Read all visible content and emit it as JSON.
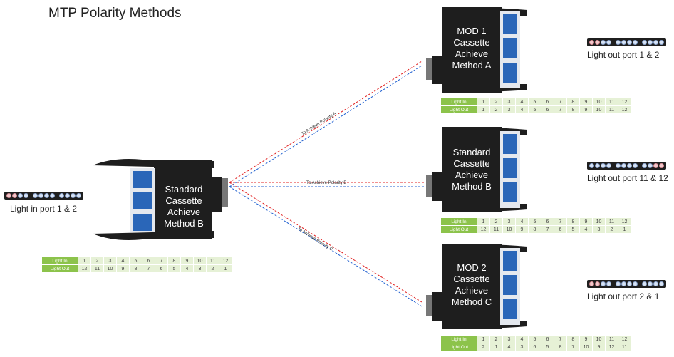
{
  "title": "MTP Polarity Methods",
  "cassettes": {
    "source": {
      "lines": [
        "Standard",
        "Cassette",
        "Achieve",
        "Method B"
      ]
    },
    "mod1": {
      "lines": [
        "MOD 1",
        "Cassette",
        "Achieve",
        "Method A"
      ]
    },
    "standard_b": {
      "lines": [
        "Standard",
        "Cassette",
        "Achieve",
        "Method B"
      ]
    },
    "mod2": {
      "lines": [
        "MOD 2",
        "Cassette",
        "Achieve",
        "Method C"
      ]
    }
  },
  "port_labels": {
    "input": "Light in port 1 & 2",
    "mod1": "Light out port 1 & 2",
    "standard_b": "Light out port 11 & 12",
    "mod2": "Light out port 2 & 1"
  },
  "path_labels": {
    "a": "To Achieve Polarity A",
    "b": "To Achieve Polarity B",
    "c": "To Achieve Polarity C"
  },
  "colors": {
    "red_fiber": "#e02020",
    "blue_fiber": "#2060d0",
    "table_head": "#8cc34b",
    "table_cell": "#e6f1d6",
    "cassette_body": "#1e1e1e",
    "port_blue": "#2a66b8"
  },
  "tables": {
    "source": {
      "in_label": "Light In",
      "out_label": "Light Out",
      "in": [
        "1",
        "2",
        "3",
        "4",
        "5",
        "6",
        "7",
        "8",
        "9",
        "10",
        "11",
        "12"
      ],
      "out": [
        "12",
        "11",
        "10",
        "9",
        "8",
        "7",
        "6",
        "5",
        "4",
        "3",
        "2",
        "1"
      ]
    },
    "mod1": {
      "in_label": "Light In",
      "out_label": "Light Out",
      "in": [
        "1",
        "2",
        "3",
        "4",
        "5",
        "6",
        "7",
        "8",
        "9",
        "10",
        "11",
        "12"
      ],
      "out": [
        "1",
        "2",
        "3",
        "4",
        "5",
        "6",
        "7",
        "8",
        "9",
        "10",
        "11",
        "12"
      ]
    },
    "standard_b": {
      "in_label": "Light In",
      "out_label": "Light Out",
      "in": [
        "1",
        "2",
        "3",
        "4",
        "5",
        "6",
        "7",
        "8",
        "9",
        "10",
        "11",
        "12"
      ],
      "out": [
        "12",
        "11",
        "10",
        "9",
        "8",
        "7",
        "6",
        "5",
        "4",
        "3",
        "2",
        "1"
      ]
    },
    "mod2": {
      "in_label": "Light In",
      "out_label": "Light Out",
      "in": [
        "1",
        "2",
        "3",
        "4",
        "5",
        "6",
        "7",
        "8",
        "9",
        "10",
        "11",
        "12"
      ],
      "out": [
        "2",
        "1",
        "4",
        "3",
        "6",
        "5",
        "8",
        "7",
        "10",
        "9",
        "12",
        "11"
      ]
    }
  },
  "icons": {
    "connector": "mtp-connector-icon",
    "lc_port": "lc-duplex-port-icon",
    "fiber_strip": "fiber-strip-icon"
  }
}
